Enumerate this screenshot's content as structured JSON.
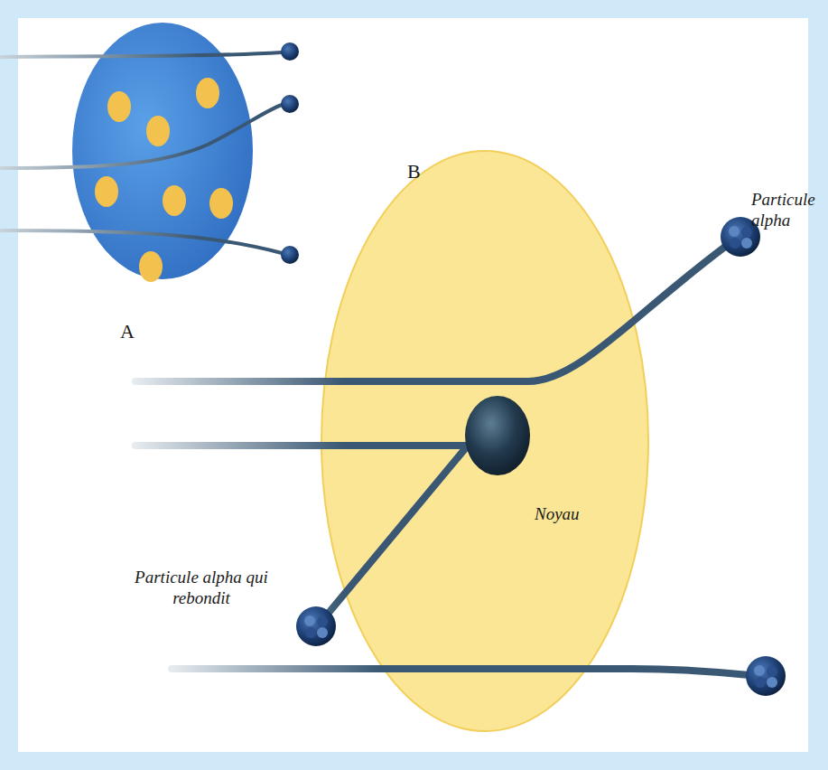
{
  "diagram": {
    "nodes": [
      {
        "text": [
          "A"
        ]
      },
      {
        "text": [
          "B"
        ]
      }
    ],
    "labels": [
      "Particule alpha",
      "Noyau",
      "Particule alpha qui rebondit"
    ]
  }
}
